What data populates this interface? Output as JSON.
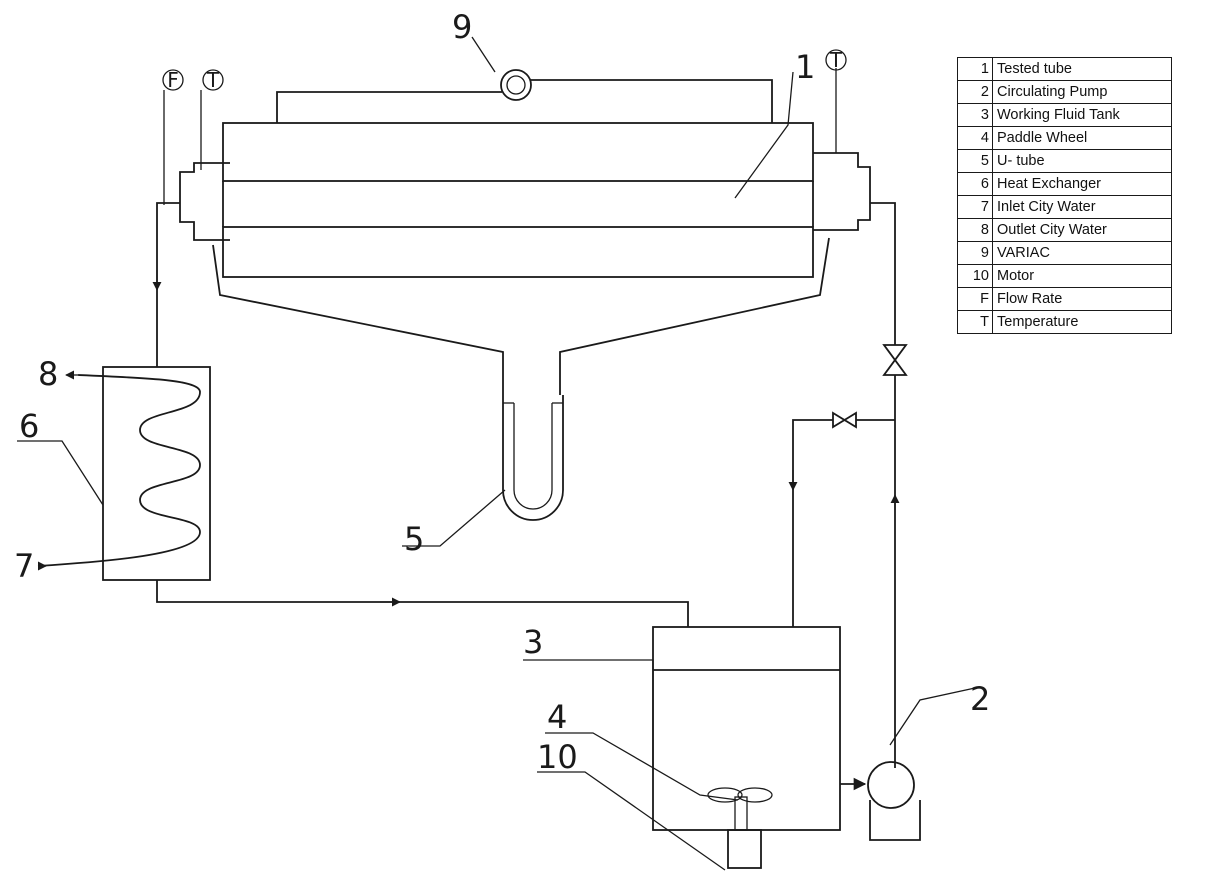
{
  "callouts": {
    "c1": "1",
    "c2": "2",
    "c3": "3",
    "c4": "4",
    "c5": "5",
    "c6": "6",
    "c7": "7",
    "c8": "8",
    "c9": "9",
    "c10": "10"
  },
  "instruments": {
    "left_flow": "F",
    "left_temp": "T",
    "right_temp": "T"
  },
  "legend": [
    {
      "key": "1",
      "label": "Tested tube"
    },
    {
      "key": "2",
      "label": "Circulating Pump"
    },
    {
      "key": "3",
      "label": "Working Fluid Tank"
    },
    {
      "key": "4",
      "label": "Paddle Wheel"
    },
    {
      "key": "5",
      "label": "U- tube"
    },
    {
      "key": "6",
      "label": "Heat Exchanger"
    },
    {
      "key": "7",
      "label": "Inlet City Water"
    },
    {
      "key": "8",
      "label": "Outlet City Water"
    },
    {
      "key": "9",
      "label": "VARIAC"
    },
    {
      "key": "10",
      "label": "Motor"
    },
    {
      "key": "F",
      "label": "Flow Rate"
    },
    {
      "key": "T",
      "label": "Temperature"
    }
  ]
}
